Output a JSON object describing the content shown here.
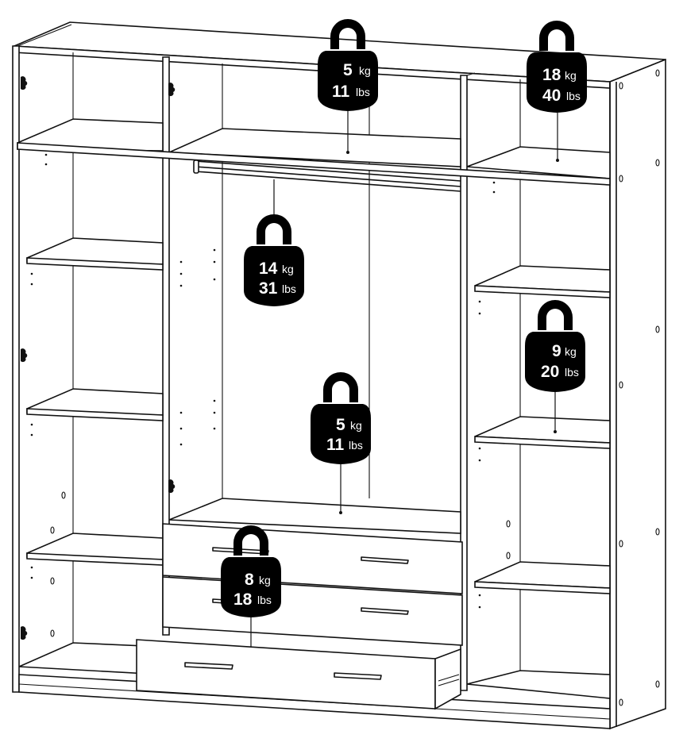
{
  "diagram": {
    "subject": "Wardrobe with shelves, hanging rail and three drawers",
    "weights": [
      {
        "id": "top-middle-shelf",
        "kg": "5",
        "lbs": "11",
        "kg_unit": "kg",
        "lbs_unit": "lbs"
      },
      {
        "id": "top-right-shelf",
        "kg": "18",
        "lbs": "40",
        "kg_unit": "kg",
        "lbs_unit": "lbs"
      },
      {
        "id": "hanging-rail",
        "kg": "14",
        "lbs": "31",
        "kg_unit": "kg",
        "lbs_unit": "lbs"
      },
      {
        "id": "right-shelf",
        "kg": "9",
        "lbs": "20",
        "kg_unit": "kg",
        "lbs_unit": "lbs"
      },
      {
        "id": "middle-bottom-shelf",
        "kg": "5",
        "lbs": "11",
        "kg_unit": "kg",
        "lbs_unit": "lbs"
      },
      {
        "id": "drawer",
        "kg": "8",
        "lbs": "18",
        "kg_unit": "kg",
        "lbs_unit": "lbs"
      }
    ],
    "colors": {
      "line": "#111111",
      "weight_fill": "#000000",
      "weight_text": "#ffffff",
      "background": "#ffffff"
    }
  }
}
